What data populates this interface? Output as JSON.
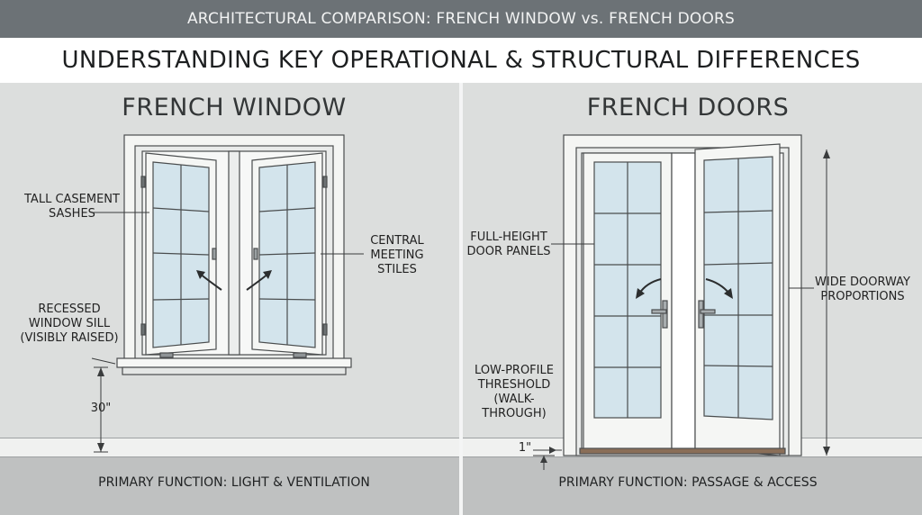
{
  "header": {
    "top_title": "ARCHITECTURAL COMPARISON: FRENCH WINDOW vs. FRENCH DOORS",
    "subtitle": "UNDERSTANDING KEY OPERATIONAL & STRUCTURAL DIFFERENCES"
  },
  "left_panel": {
    "title": "FRENCH WINDOW",
    "labels": {
      "sashes": "TALL CASEMENT\nSASHES",
      "stiles": "CENTRAL\nMEETING\nSTILES",
      "sill": "RECESSED\nWINDOW SILL\n(VISIBLY RAISED)",
      "height": "30\""
    },
    "function": "PRIMARY FUNCTION: LIGHT & VENTILATION"
  },
  "right_panel": {
    "title": "FRENCH DOORS",
    "labels": {
      "panels": "FULL-HEIGHT\nDOOR PANELS",
      "threshold": "LOW-PROFILE\nTHRESHOLD\n(WALK-THROUGH)",
      "threshold_height": "1\"",
      "proportions": "WIDE DOORWAY\nPROPORTIONS"
    },
    "function": "PRIMARY FUNCTION: PASSAGE & ACCESS"
  },
  "colors": {
    "wall": "#dcdedd",
    "floor": "#bfc1c1",
    "frame": "#f4f5f3",
    "glass": "#d3e4ec",
    "outline": "#4a4d4e",
    "header_bar": "#6c7276"
  }
}
